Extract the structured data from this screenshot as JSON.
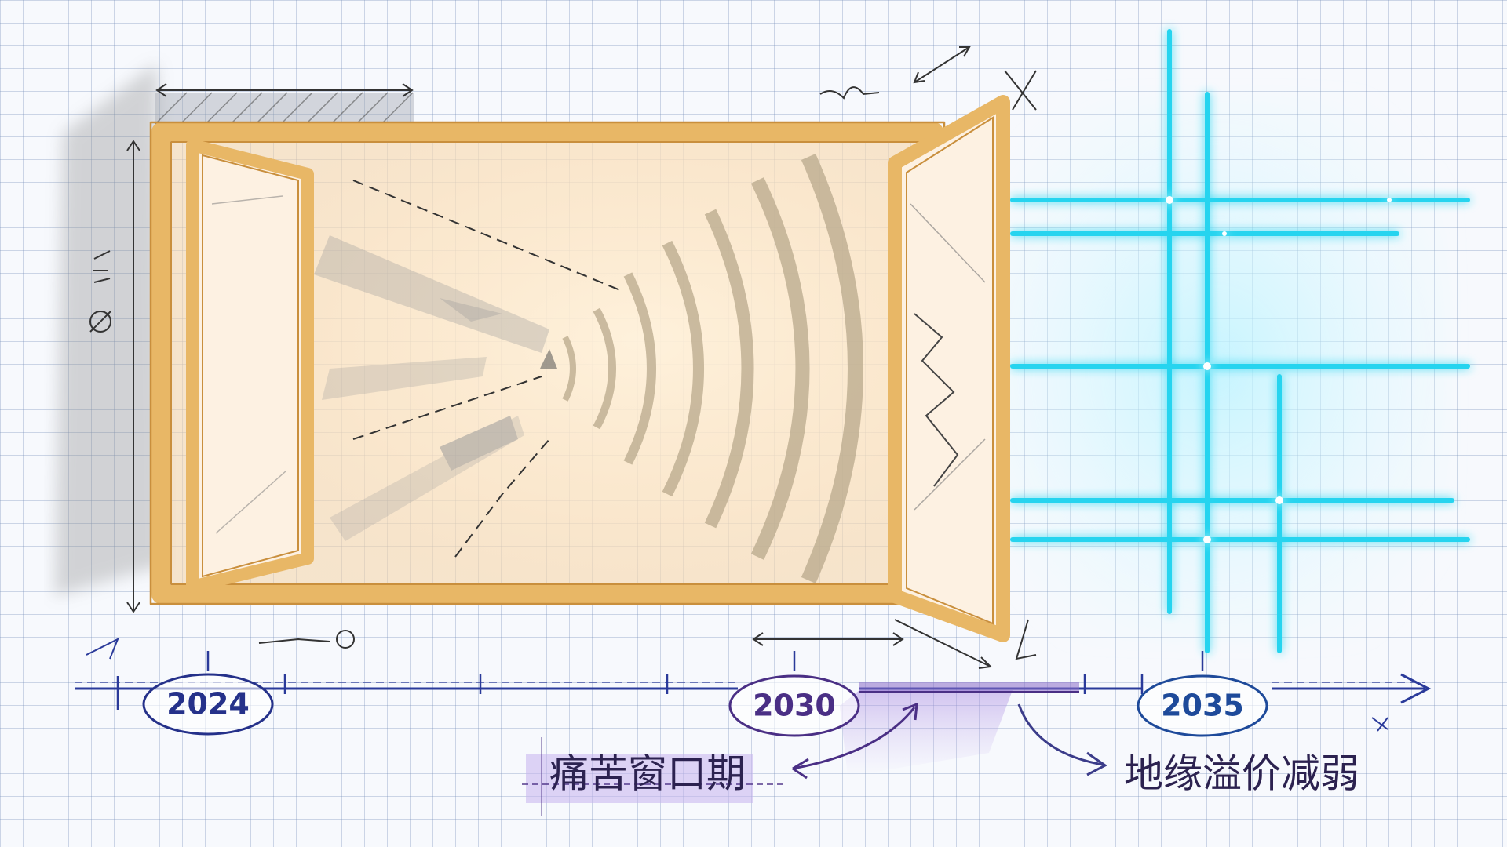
{
  "timeline": {
    "years": [
      "2024",
      "2030",
      "2035"
    ],
    "colors": {
      "2024": "#25318a",
      "2030": "#4a2f85",
      "2035": "#1e4a9a"
    }
  },
  "labels": {
    "pain_window": "痛苦窗口期",
    "geo_premium": "地缘溢价减弱"
  },
  "colors": {
    "frame_wood": "#e8b766",
    "frame_wood_dark": "#c98f3d",
    "glow_grid": "#27d4ef",
    "timeline_blue": "#2a3a9a",
    "pain_highlight": "#b79be6"
  }
}
